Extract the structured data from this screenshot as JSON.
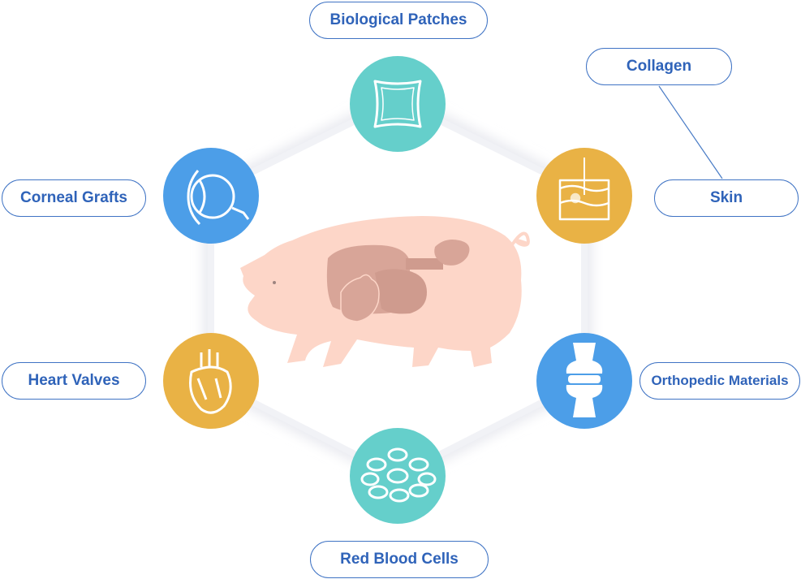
{
  "center": {
    "subject": "pig-icon"
  },
  "applications": [
    {
      "key": "biological-patches",
      "label": "Biological Patches",
      "icon": "patch-icon",
      "color": "#65cfcb"
    },
    {
      "key": "collagen",
      "label": "Collagen",
      "icon": null,
      "color": null
    },
    {
      "key": "skin",
      "label": "Skin",
      "icon": "skin-layers-icon",
      "color": "#e9b245"
    },
    {
      "key": "orthopedic-materials",
      "label": "Orthopedic Materials",
      "icon": "joint-bone-icon",
      "color": "#4c9ee8"
    },
    {
      "key": "red-blood-cells",
      "label": "Red Blood Cells",
      "icon": "red-blood-cells-icon",
      "color": "#65cfcb"
    },
    {
      "key": "heart-valves",
      "label": "Heart Valves",
      "icon": "heart-icon",
      "color": "#e9b245"
    },
    {
      "key": "corneal-grafts",
      "label": "Corneal Grafts",
      "icon": "eye-icon",
      "color": "#4c9ee8"
    }
  ],
  "edges": [
    [
      "collagen",
      "skin"
    ]
  ]
}
